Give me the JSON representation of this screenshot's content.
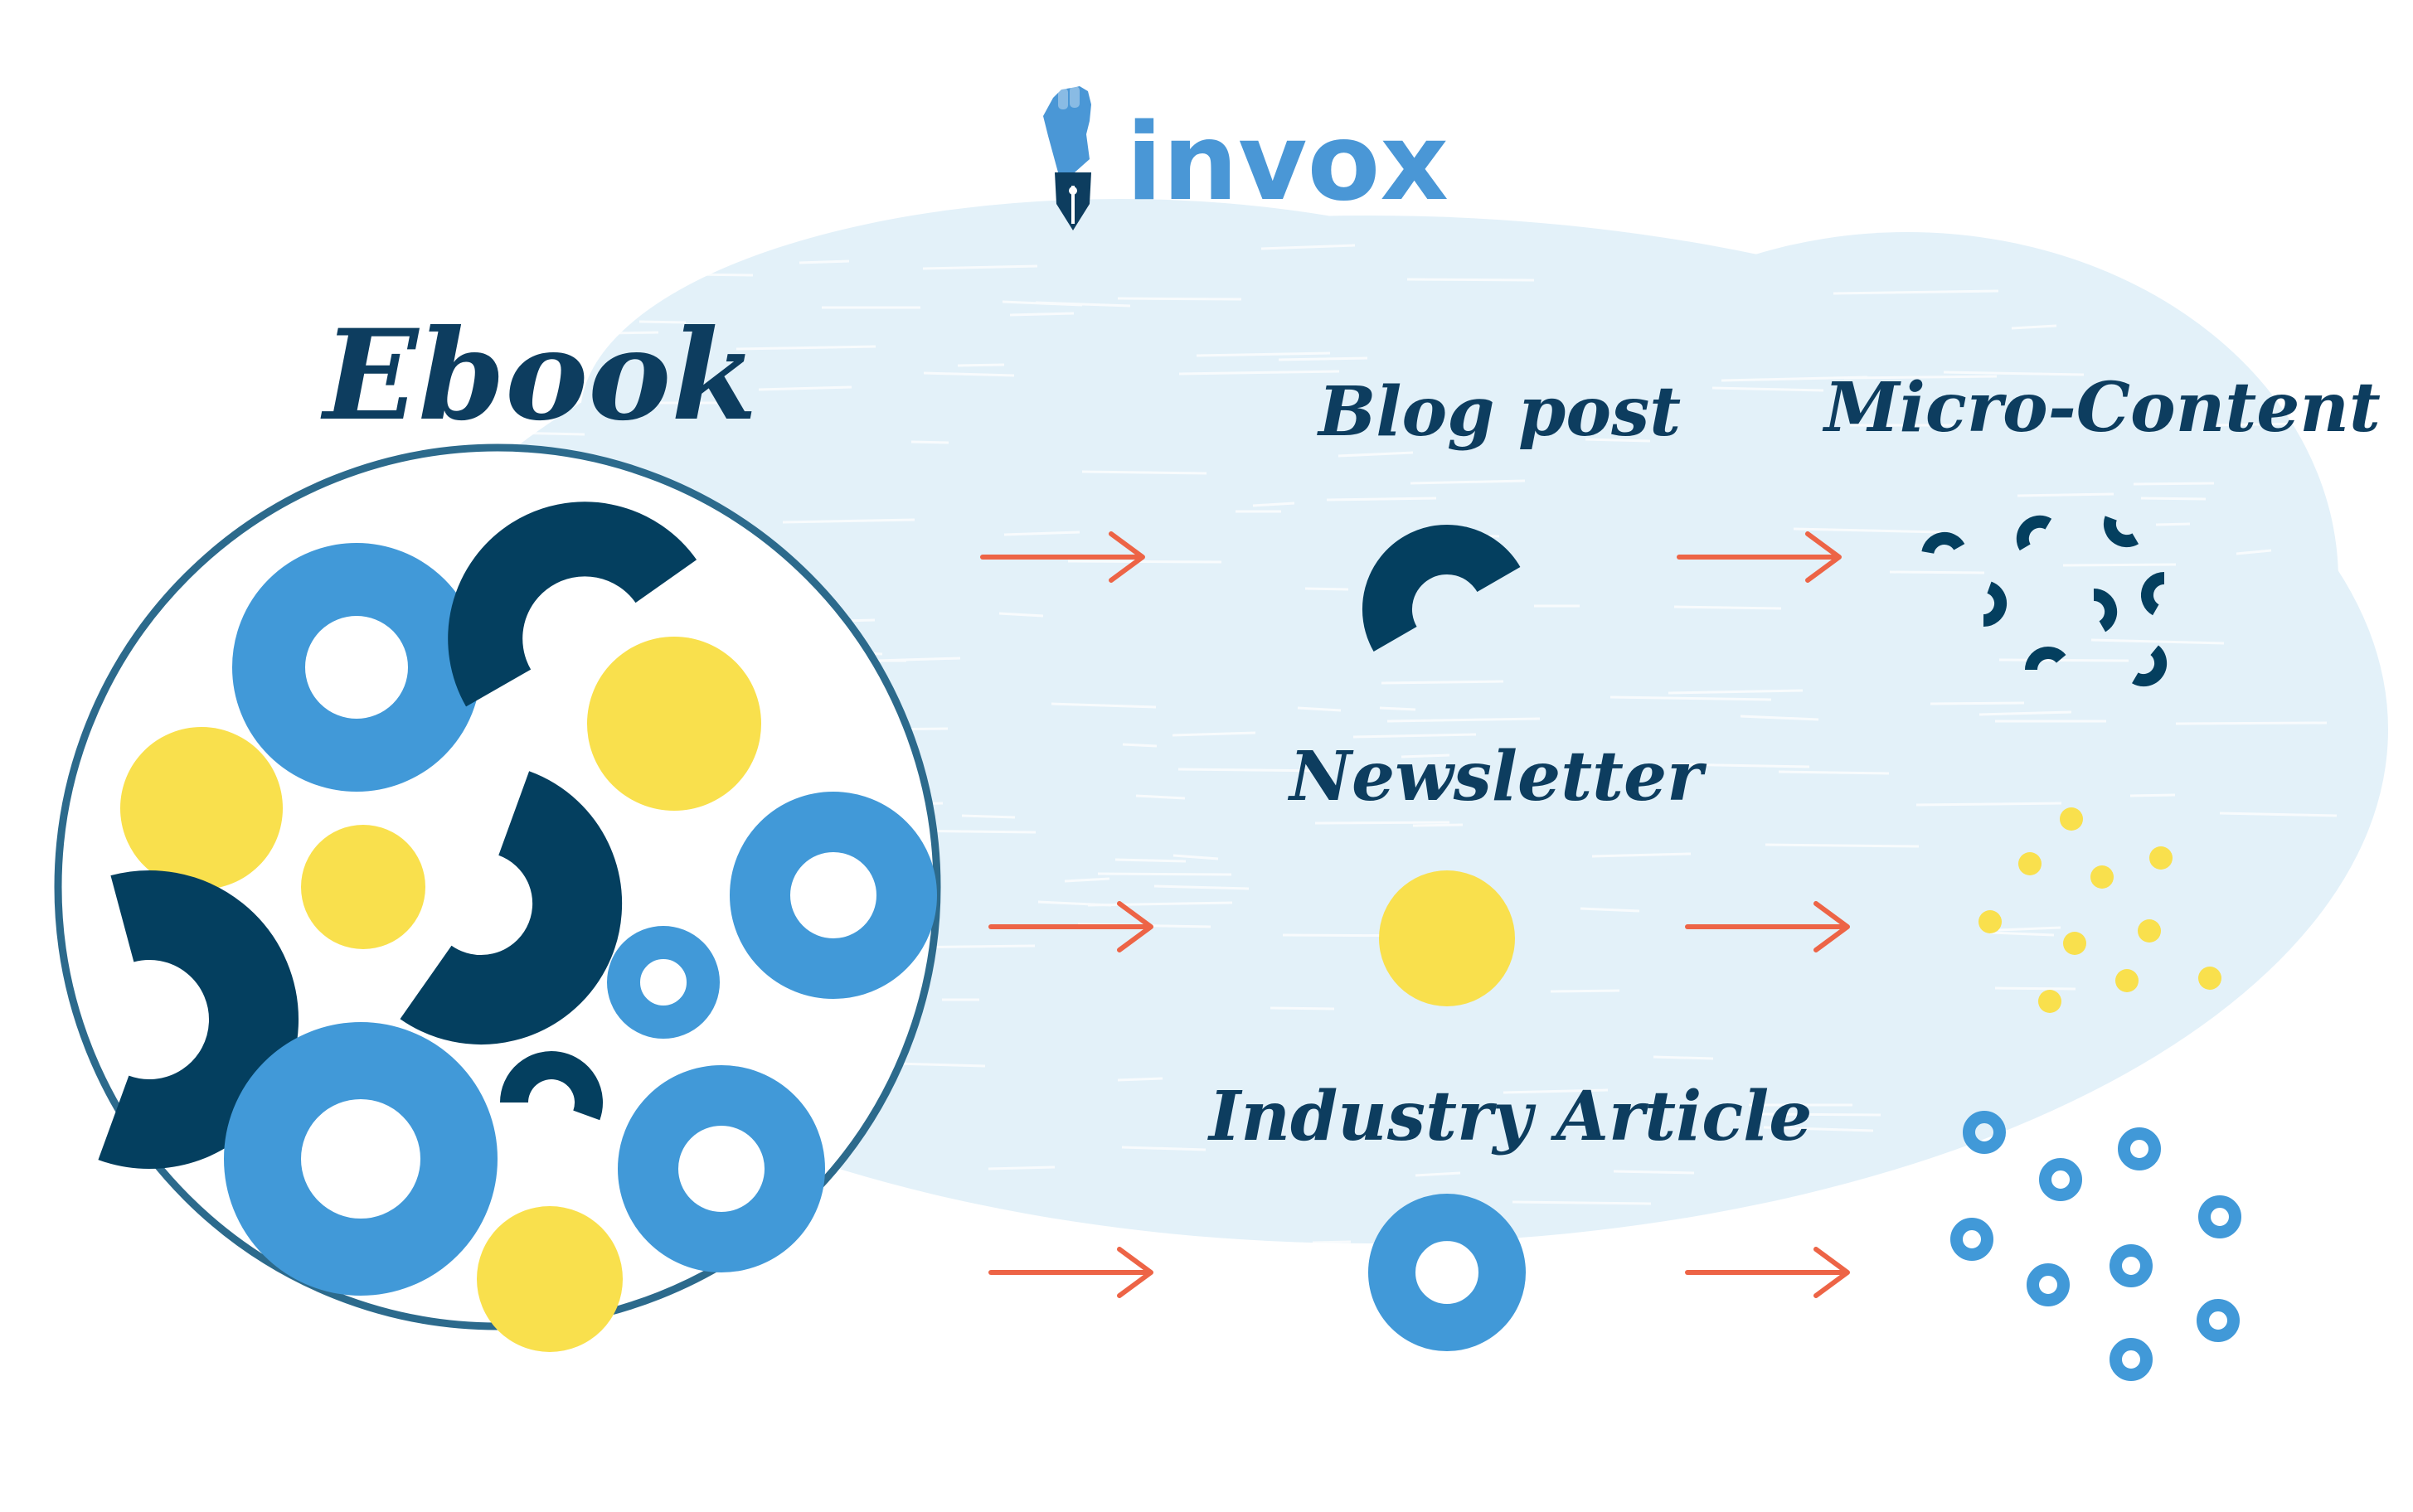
{
  "brand": {
    "name": "invox"
  },
  "source": {
    "label": "Ebook"
  },
  "outputs": [
    {
      "key": "blog",
      "label": "Blog post",
      "shape": "arc"
    },
    {
      "key": "newsletter",
      "label": "Newsletter",
      "shape": "dot"
    },
    {
      "key": "article",
      "label": "Industry Article",
      "shape": "ring"
    }
  ],
  "micro": {
    "label": "Micro-Content"
  },
  "colors": {
    "navy": "#043f5f",
    "blue": "#4199d8",
    "yellow": "#f9e04d",
    "arrow": "#ed6446",
    "haze": "#e3f1f9",
    "outline": "#2c6a8c"
  }
}
